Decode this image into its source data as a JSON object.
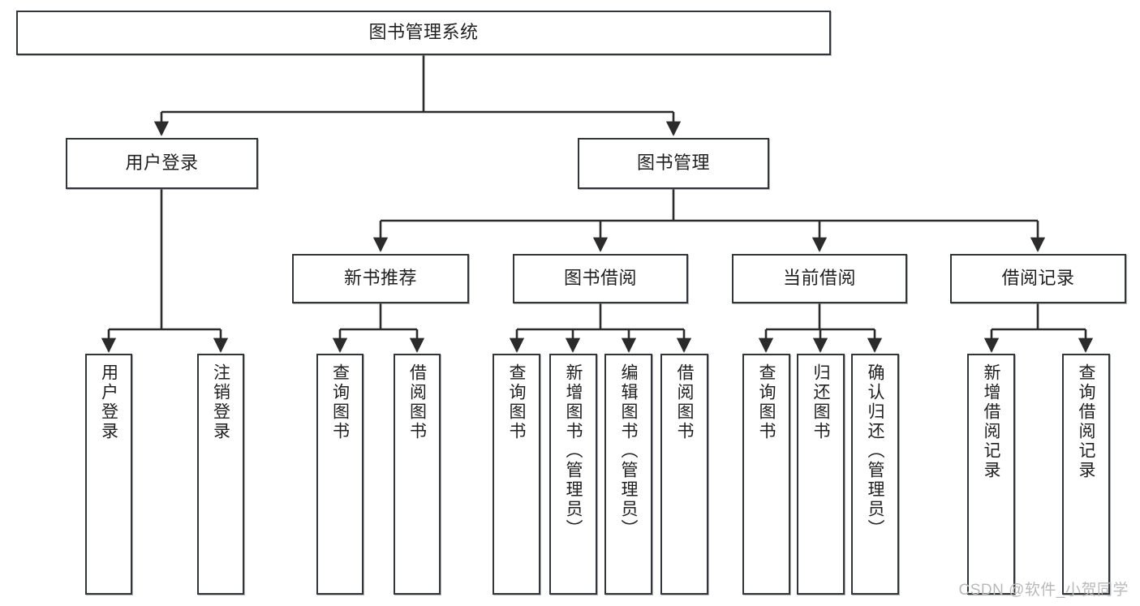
{
  "diagram": {
    "title": "图书管理系统",
    "type": "tree-hierarchy",
    "watermark": "CSDN @软件_小贺同学",
    "colors": {
      "box_border": "#32363a",
      "box_fill": "#ffffff",
      "edge": "#2b2b2b",
      "text": "#1f1f1f",
      "watermark": "#b9b9b9"
    },
    "levels": {
      "root": {
        "label": "图书管理系统"
      },
      "level2": [
        {
          "id": "user-login",
          "label": "用户登录"
        },
        {
          "id": "book-manage",
          "label": "图书管理"
        }
      ],
      "level3": [
        {
          "id": "new-book-recommend",
          "label": "新书推荐"
        },
        {
          "id": "book-borrow",
          "label": "图书借阅"
        },
        {
          "id": "current-borrow",
          "label": "当前借阅"
        },
        {
          "id": "borrow-record",
          "label": "借阅记录"
        }
      ],
      "leaves": [
        {
          "id": "leaf-user-login",
          "label": "用户登录",
          "parent": "user-login"
        },
        {
          "id": "leaf-logout-login",
          "label": "注销登录",
          "parent": "user-login"
        },
        {
          "id": "leaf-query-book-1",
          "label": "查询图书",
          "parent": "new-book-recommend"
        },
        {
          "id": "leaf-borrow-book-1",
          "label": "借阅图书",
          "parent": "new-book-recommend"
        },
        {
          "id": "leaf-query-book-2",
          "label": "查询图书",
          "parent": "book-borrow"
        },
        {
          "id": "leaf-add-book",
          "label": "新增图书（管理员）",
          "parent": "book-borrow"
        },
        {
          "id": "leaf-edit-book",
          "label": "编辑图书（管理员）",
          "parent": "book-borrow"
        },
        {
          "id": "leaf-borrow-book-2",
          "label": "借阅图书",
          "parent": "book-borrow"
        },
        {
          "id": "leaf-query-book-3",
          "label": "查询图书",
          "parent": "current-borrow"
        },
        {
          "id": "leaf-return-book",
          "label": "归还图书",
          "parent": "current-borrow"
        },
        {
          "id": "leaf-confirm-return",
          "label": "确认归还（管理员）",
          "parent": "current-borrow"
        },
        {
          "id": "leaf-add-record",
          "label": "新增借阅记录",
          "parent": "borrow-record"
        },
        {
          "id": "leaf-query-record",
          "label": "查询借阅记录",
          "parent": "borrow-record"
        }
      ]
    }
  }
}
